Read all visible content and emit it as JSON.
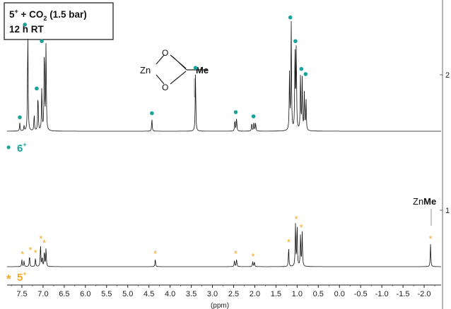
{
  "chart_data": {
    "type": "line",
    "xlabel": "(ppm)",
    "x_ticks": [
      "7.5",
      "7.0",
      "6.5",
      "6.0",
      "5.5",
      "5.0",
      "4.5",
      "4.0",
      "3.5",
      "3.0",
      "2.5",
      "2.0",
      "1.5",
      "1.0",
      "0.5",
      "0.0",
      "-0.5",
      "-1.0",
      "-1.5",
      "-2.0"
    ],
    "x_tick_values": [
      7.5,
      7.0,
      6.5,
      6.0,
      5.5,
      5.0,
      4.5,
      4.0,
      3.5,
      3.0,
      2.5,
      2.0,
      1.5,
      1.0,
      0.5,
      0.0,
      -0.5,
      -1.0,
      -1.5,
      -2.0
    ],
    "xlim": [
      7.85,
      -2.4
    ],
    "right_tick_labels": [
      "2",
      "1"
    ],
    "info_box": {
      "line1_base": "5",
      "line1_sup": "+",
      "line1_mid": " + CO",
      "line1_sub": "2",
      "line1_end": " (1.5 bar)",
      "line2": "12 h RT"
    },
    "structure": {
      "metal": "Zn",
      "atom_o": "O",
      "methyl": "Me"
    },
    "zn_me_label": {
      "prefix": "Zn",
      "bold": "Me"
    },
    "series": [
      {
        "name": "6+",
        "legend_symbol": "•",
        "legend_base": "6",
        "legend_sup": "+",
        "color": "#1aa39a",
        "peaks": [
          {
            "ppm": 7.55,
            "h": 0.08
          },
          {
            "ppm": 7.45,
            "h": 0.05
          },
          {
            "ppm": 7.36,
            "h": 0.98
          },
          {
            "ppm": 7.21,
            "h": 0.16
          },
          {
            "ppm": 7.12,
            "h": 0.36
          },
          {
            "ppm": 7.03,
            "h": 0.42
          },
          {
            "ppm": 6.97,
            "h": 0.82
          },
          {
            "ppm": 6.93,
            "h": 0.86
          },
          {
            "ppm": 4.43,
            "h": 0.12
          },
          {
            "ppm": 3.4,
            "h": 0.56
          },
          {
            "ppm": 2.47,
            "h": 0.11
          },
          {
            "ppm": 2.43,
            "h": 0.13
          },
          {
            "ppm": 2.07,
            "h": 0.08
          },
          {
            "ppm": 2.02,
            "h": 0.09
          },
          {
            "ppm": 1.98,
            "h": 0.08
          },
          {
            "ppm": 1.18,
            "h": 0.55
          },
          {
            "ppm": 1.14,
            "h": 1.05
          },
          {
            "ppm": 1.05,
            "h": 0.8
          },
          {
            "ppm": 1.02,
            "h": 0.82
          },
          {
            "ppm": 0.92,
            "h": 0.55
          },
          {
            "ppm": 0.88,
            "h": 0.5
          },
          {
            "ppm": 0.83,
            "h": 0.36
          },
          {
            "ppm": 0.79,
            "h": 0.3
          }
        ],
        "markers": [
          7.55,
          7.43,
          7.15,
          7.03,
          4.43,
          3.4,
          2.45,
          2.03,
          1.16,
          1.04,
          0.9,
          0.8
        ]
      },
      {
        "name": "5+",
        "legend_symbol": "*",
        "legend_base": "5",
        "legend_sup": "+",
        "color": "#f5a623",
        "peaks": [
          {
            "ppm": 7.5,
            "h": 0.1
          },
          {
            "ppm": 7.45,
            "h": 0.08
          },
          {
            "ppm": 7.32,
            "h": 0.16
          },
          {
            "ppm": 7.18,
            "h": 0.12
          },
          {
            "ppm": 7.06,
            "h": 0.32
          },
          {
            "ppm": 7.02,
            "h": 0.13
          },
          {
            "ppm": 6.97,
            "h": 0.22
          },
          {
            "ppm": 6.93,
            "h": 0.26
          },
          {
            "ppm": 4.35,
            "h": 0.11
          },
          {
            "ppm": 2.48,
            "h": 0.09
          },
          {
            "ppm": 2.43,
            "h": 0.11
          },
          {
            "ppm": 2.05,
            "h": 0.07
          },
          {
            "ppm": 2.01,
            "h": 0.07
          },
          {
            "ppm": 1.2,
            "h": 0.27
          },
          {
            "ppm": 1.04,
            "h": 0.6
          },
          {
            "ppm": 1.0,
            "h": 0.6
          },
          {
            "ppm": 0.92,
            "h": 0.46
          },
          {
            "ppm": 0.88,
            "h": 0.48
          },
          {
            "ppm": -2.15,
            "h": 0.32
          }
        ],
        "markers": [
          7.49,
          7.3,
          7.18,
          7.05,
          6.97,
          4.35,
          2.45,
          2.04,
          1.2,
          1.02,
          0.9,
          -2.15
        ]
      }
    ]
  }
}
